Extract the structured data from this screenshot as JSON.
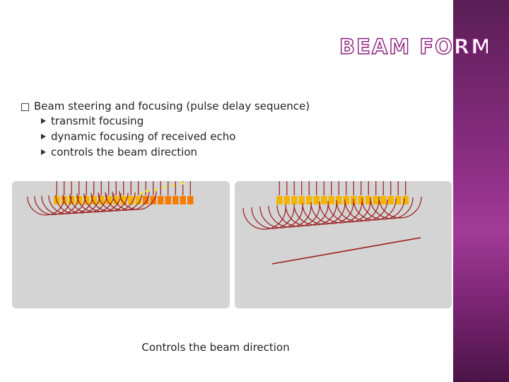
{
  "slide": {
    "title": "BEAM FORMER",
    "bullet": "Beam steering and focusing (pulse delay sequence)",
    "sub_bullets": [
      "transmit focusing",
      "dynamic focusing of received echo",
      "controls the beam direction"
    ],
    "caption": "Controls the beam direction"
  },
  "colors": {
    "sidebar": "#8e2f86",
    "element": "#f4b400",
    "element_active": "#f57c00",
    "wave": "#9b1b1b",
    "panel": "#d4d4d4",
    "pulse_dot": "#f6e33a"
  },
  "icons": {
    "bullet": "square-bullet-icon",
    "sub_bullet": "triangle-bullet-icon"
  }
}
